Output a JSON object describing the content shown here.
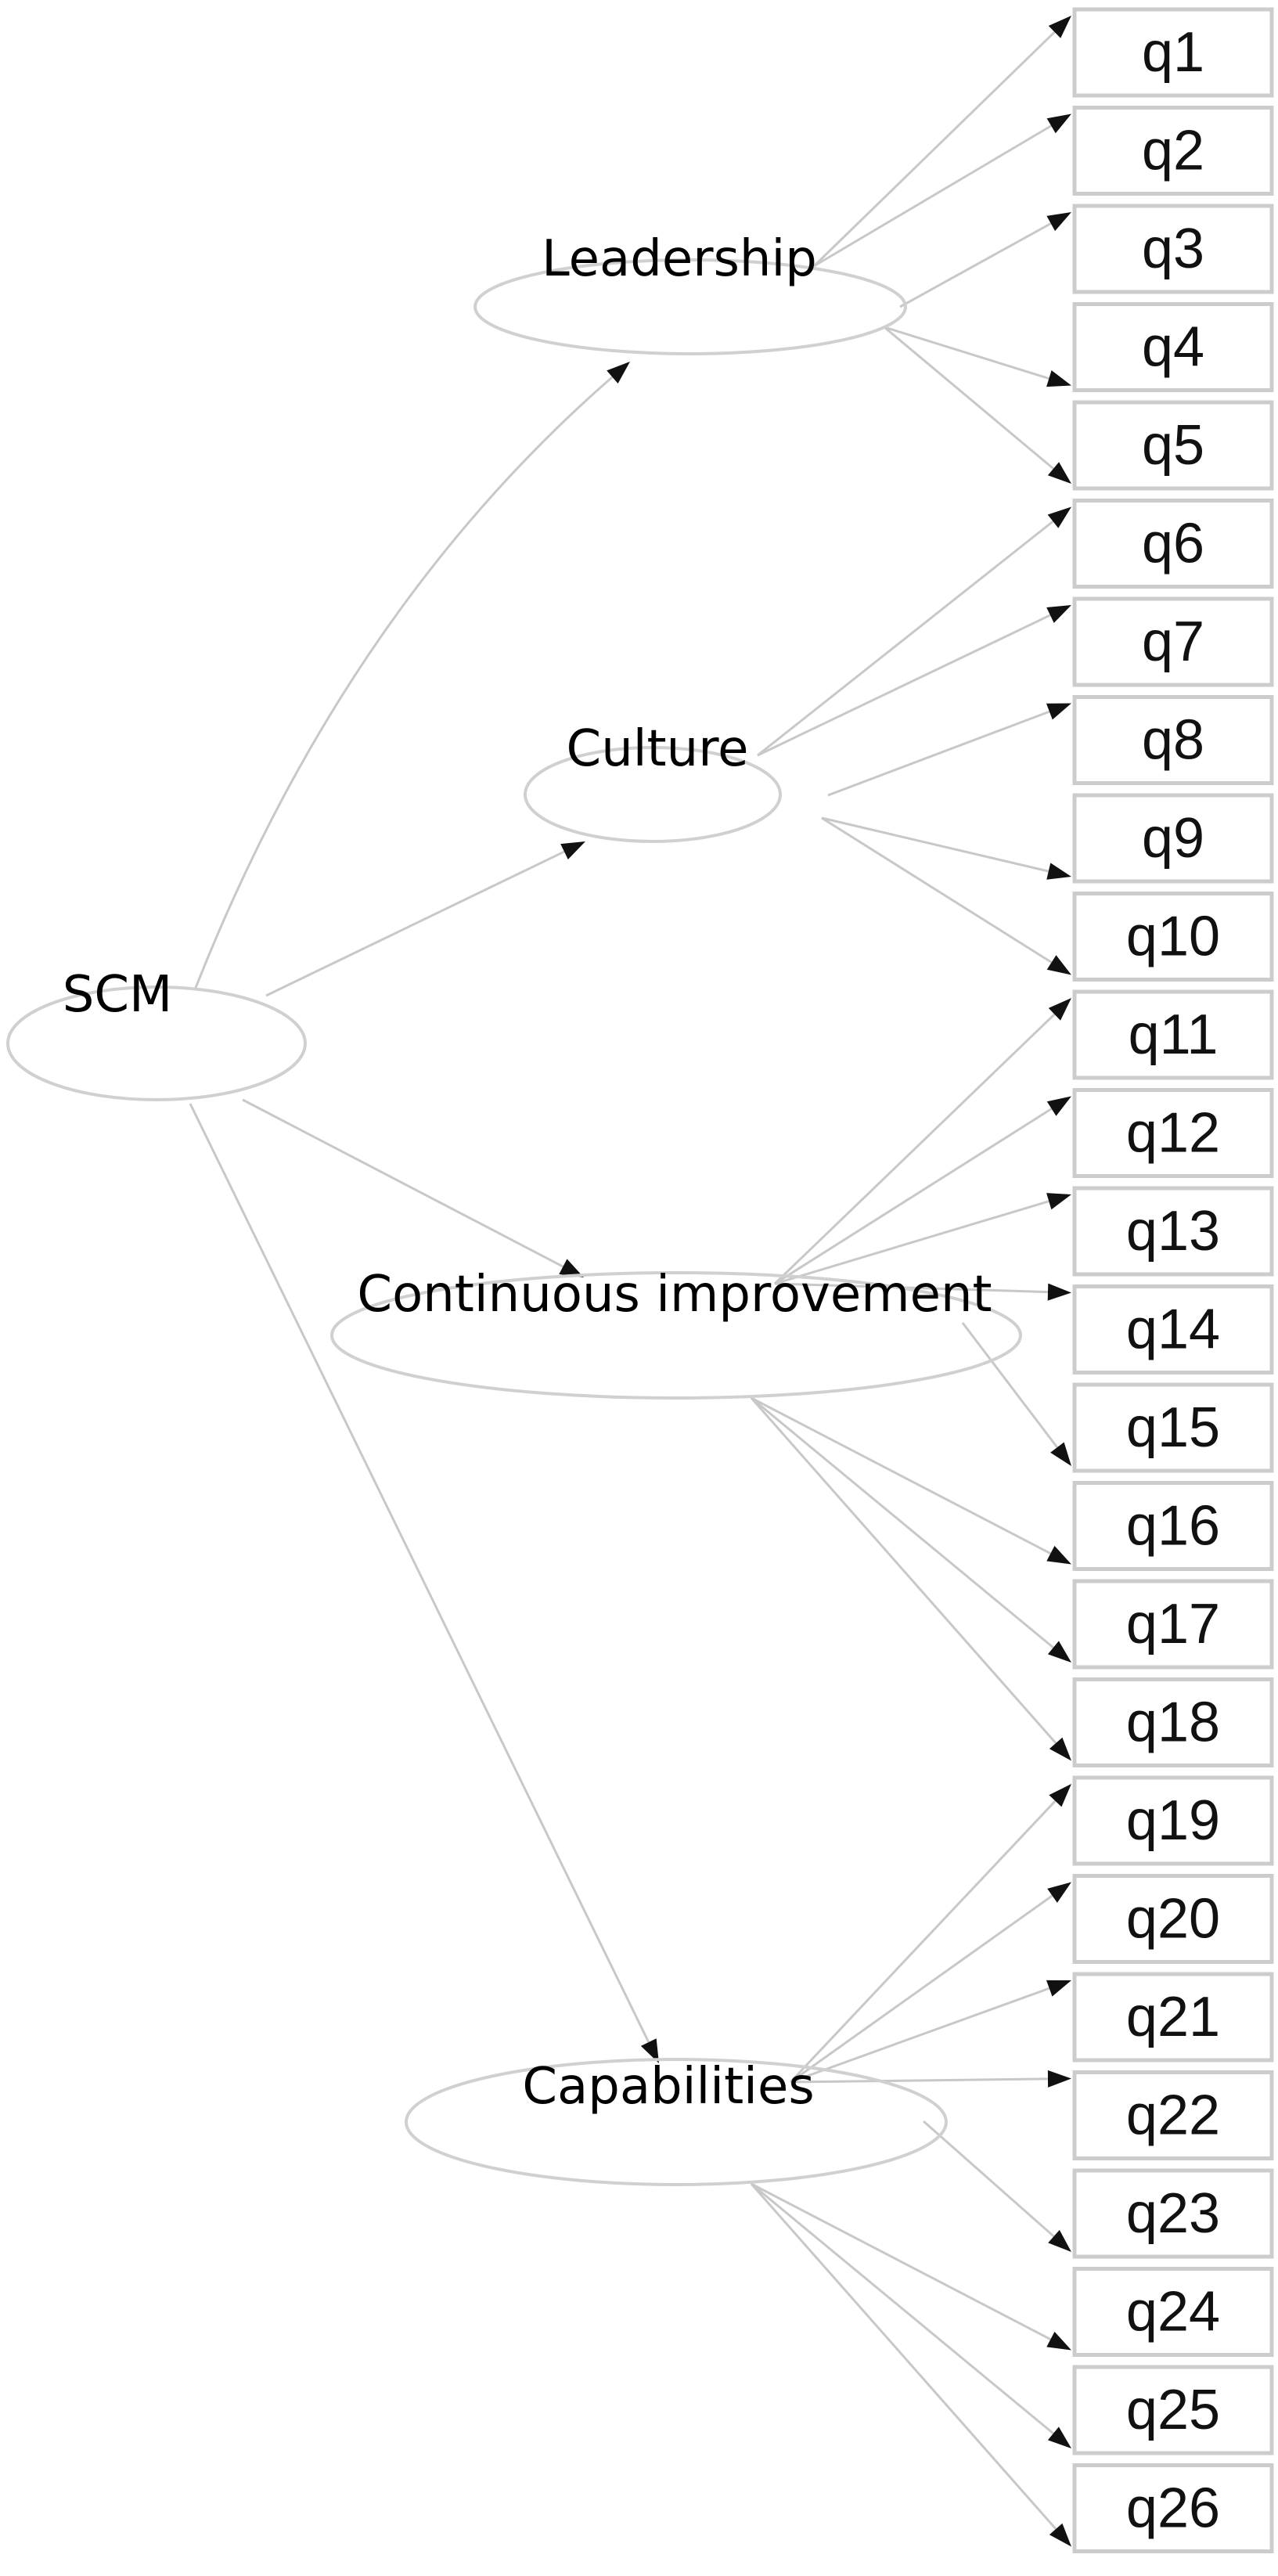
{
  "colors": {
    "line": "#c8c8c8",
    "ellipse_stroke": "#d0d0d0",
    "box_stroke": "#cccccc",
    "arrowhead": "#111111",
    "text": "#000000"
  },
  "root": {
    "id": "scm",
    "label": "SCM"
  },
  "factors": [
    {
      "id": "leadership",
      "label": "Leadership",
      "items": [
        "q1",
        "q2",
        "q3",
        "q4",
        "q5"
      ]
    },
    {
      "id": "culture",
      "label": "Culture",
      "items": [
        "q6",
        "q7",
        "q8",
        "q9",
        "q10"
      ]
    },
    {
      "id": "continuous-improvement",
      "label": "Continuous improvement",
      "items": [
        "q11",
        "q12",
        "q13",
        "q14",
        "q15",
        "q16",
        "q17",
        "q18"
      ]
    },
    {
      "id": "capabilities",
      "label": "Capabilities",
      "items": [
        "q19",
        "q20",
        "q21",
        "q22",
        "q23",
        "q24",
        "q25",
        "q26"
      ]
    }
  ]
}
